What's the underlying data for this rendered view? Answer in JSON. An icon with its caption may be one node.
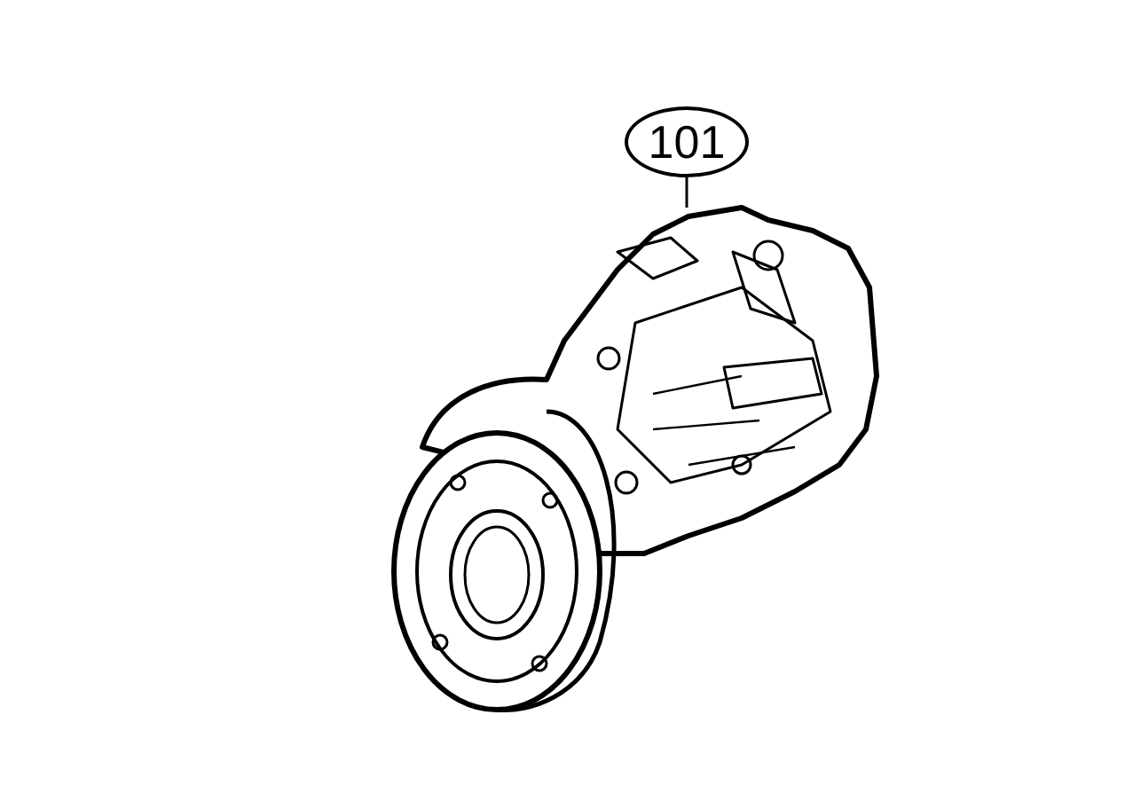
{
  "diagram": {
    "nodes": [
      {
        "text": [
          "101"
        ]
      },
      {
        "text": [],
        "shape": "picture"
      }
    ],
    "edges": [
      {
        "from": 0,
        "to": 1,
        "arrow": "none"
      }
    ]
  }
}
